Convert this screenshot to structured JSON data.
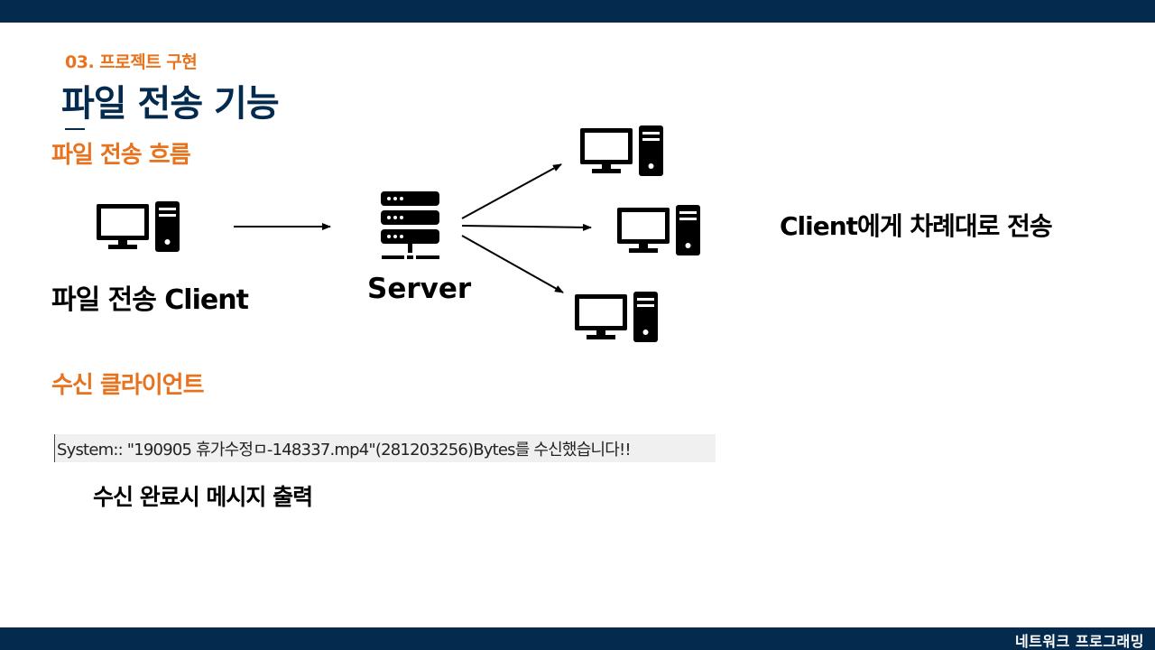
{
  "slide": {
    "section_label": "03. 프로젝트 구현",
    "title": "파일 전송 기능",
    "flow_heading": "파일 전송 흐름",
    "sender_label": "파일 전송 Client",
    "server_label": "Server",
    "send_order_text": "Client에게 차례대로 전송",
    "receive_heading": "수신 클라이언트",
    "console_message": "System:: \"190905 휴가수정ㅁ-148337.mp4\"(281203256)Bytes를  수신했습니다!!",
    "complete_caption": "수신 완료시 메시지 출력"
  },
  "footer": {
    "text": "네트워크 프로그래밍"
  },
  "colors": {
    "navy": "#042a4e",
    "orange": "#e8731f"
  },
  "icons": [
    "computer-icon",
    "server-icon",
    "arrow-icon"
  ]
}
